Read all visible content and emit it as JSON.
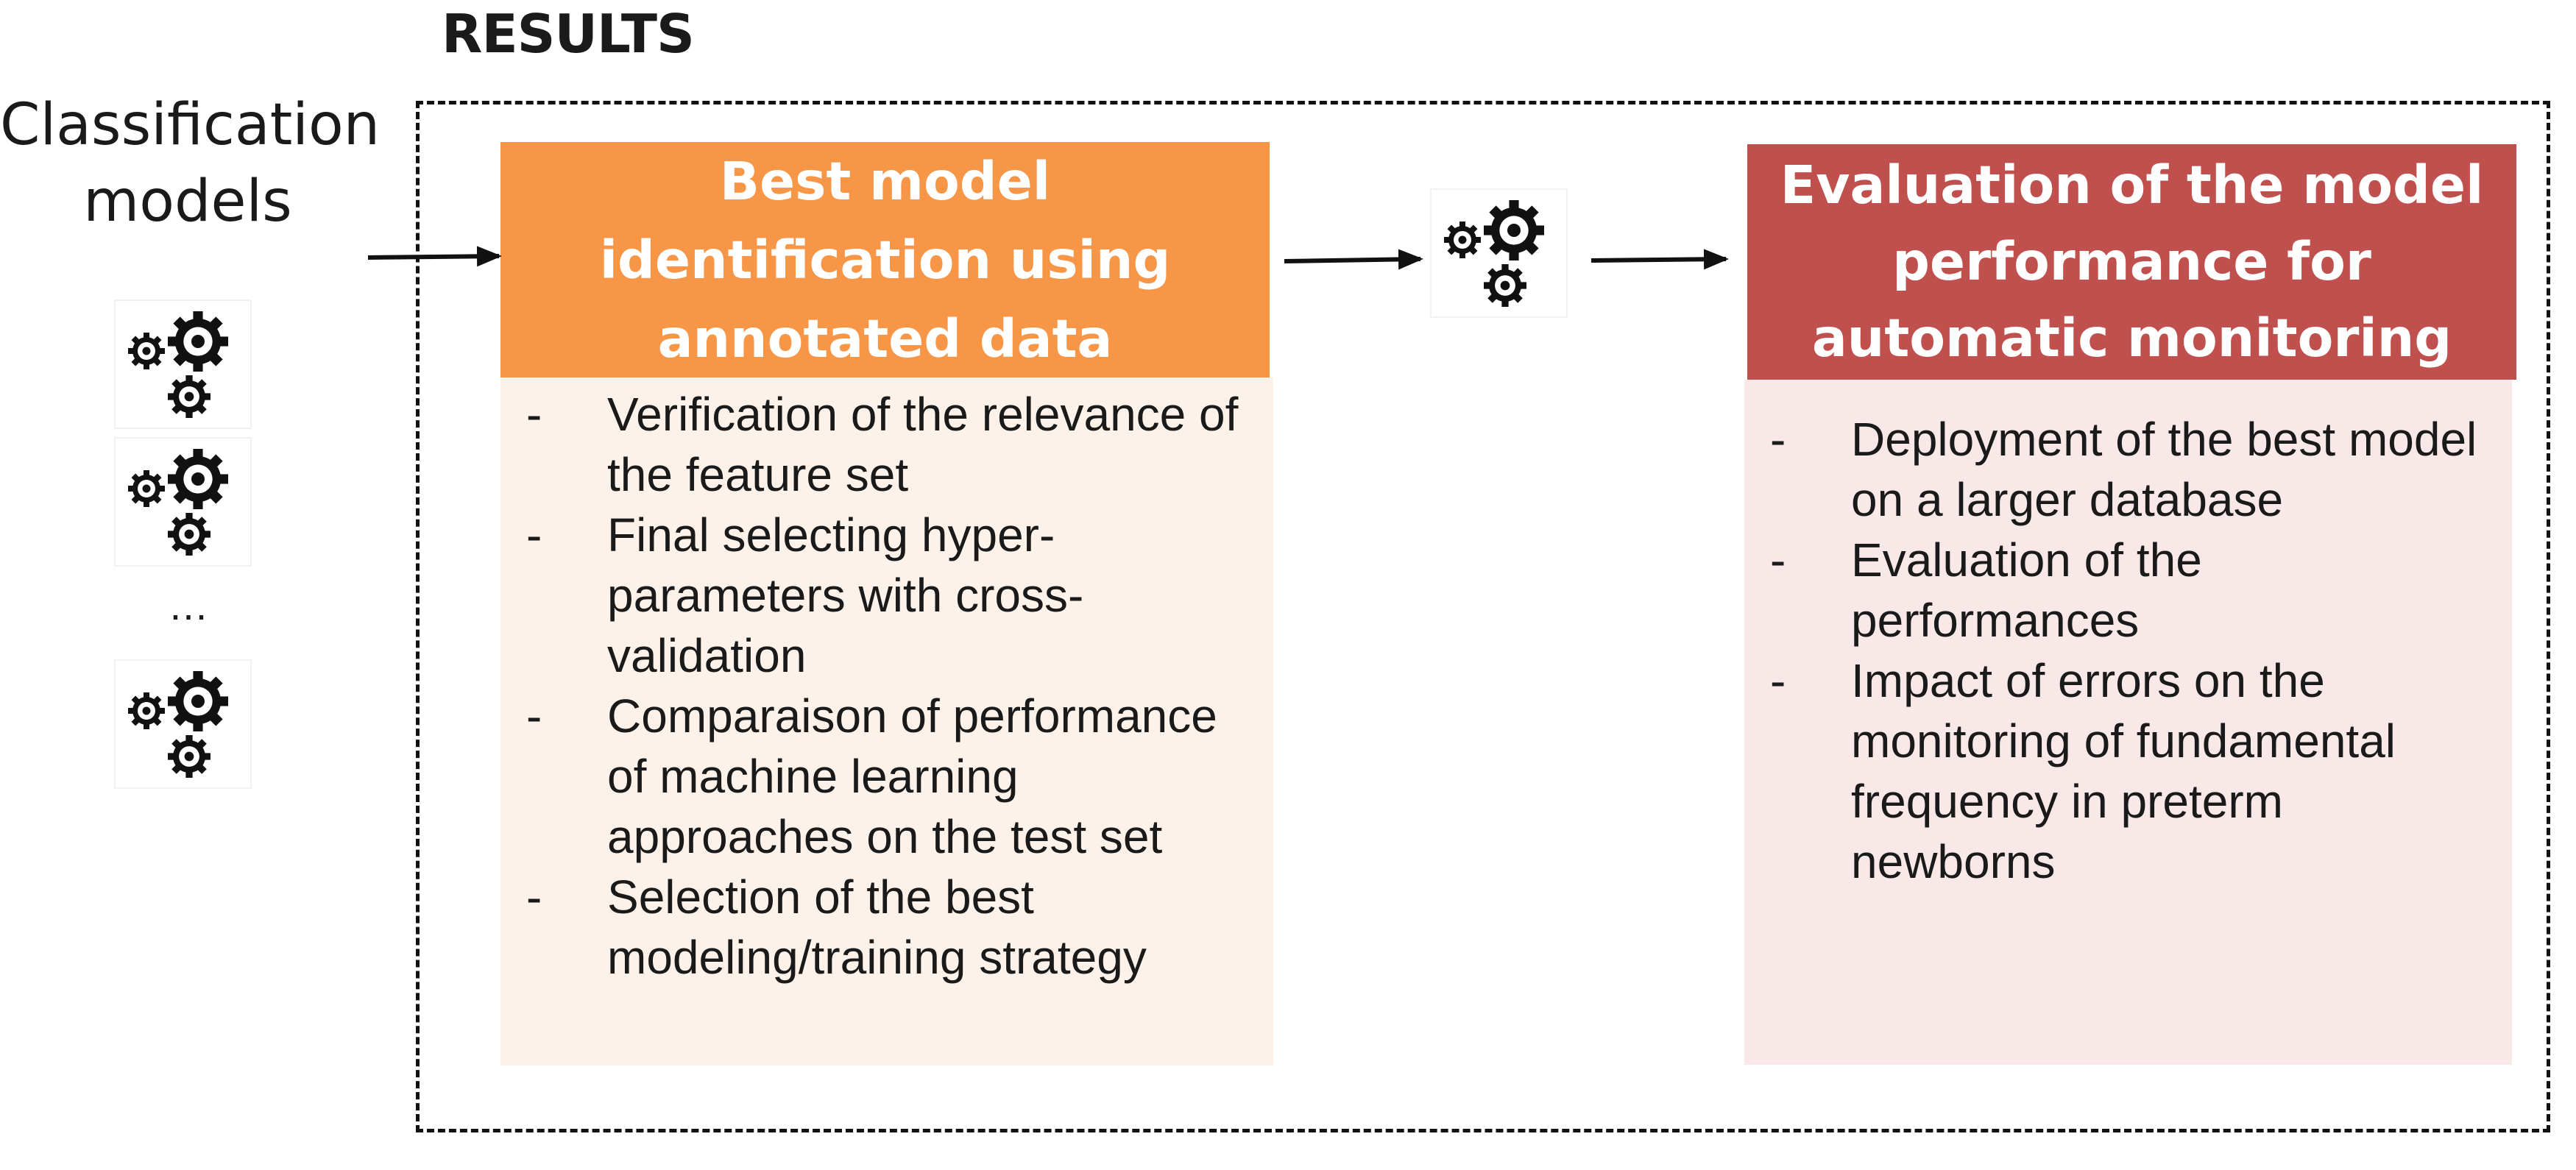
{
  "header": {
    "title": "RESULTS"
  },
  "left": {
    "label": "Classification models",
    "ellipsis": "..."
  },
  "colors": {
    "orange": "#f79646",
    "red": "#c0504d",
    "orange_light": "#fdf2ea",
    "red_light": "#f8e8e8"
  },
  "icons": {
    "gears": "gears-icon"
  },
  "best_model": {
    "title": "Best model identification using annotated data",
    "items": [
      "Verification of the relevance of the feature set",
      "Final selecting hyper-parameters with cross-validation",
      "Comparaison of performance of machine learning approaches on  the test set",
      "Selection of the best modeling/training strategy"
    ]
  },
  "evaluation": {
    "title": "Evaluation of the model performance for automatic monitoring",
    "items": [
      "Deployment of the best model on a larger database",
      "Evaluation of the performances",
      "Impact of errors on the monitoring of fundamental frequency in preterm newborns"
    ]
  }
}
